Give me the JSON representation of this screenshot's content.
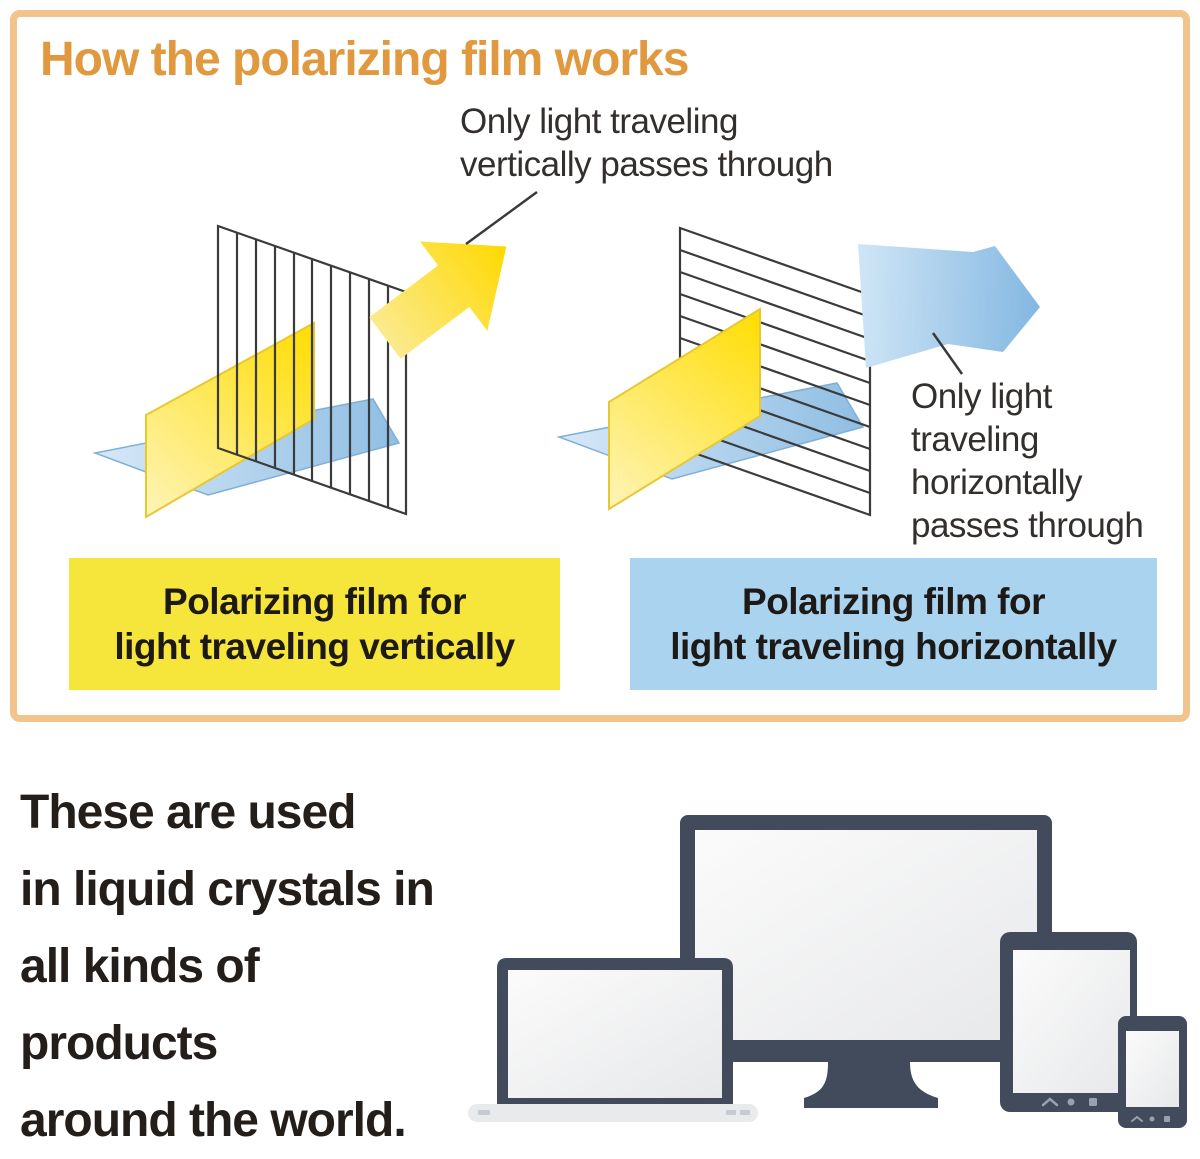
{
  "card": {
    "title": "How the polarizing film works",
    "annotation_vertical": [
      "Only light traveling",
      "vertically passes through"
    ],
    "annotation_horizontal": [
      "Only light",
      "traveling",
      "horizontally",
      "passes through"
    ],
    "label_yellow": [
      "Polarizing film for",
      "light traveling vertically"
    ],
    "label_blue": [
      "Polarizing film for",
      "light traveling horizontally"
    ]
  },
  "bottom": {
    "lines": [
      "These are used",
      "in liquid crystals in",
      "all kinds of",
      "products",
      "around the world."
    ]
  },
  "devices": [
    "desktop-monitor",
    "laptop",
    "tablet",
    "smartphone"
  ],
  "colors": {
    "title_orange": "#E0993F",
    "card_border": "#F1C48E",
    "yellow_label_bg": "#F6E63C",
    "blue_label_bg": "#A9D3EE",
    "film_yellow": "#FFDD00",
    "film_yellow_light": "#FEF4B8",
    "film_blue": "#8FBEE3",
    "film_blue_light": "#D6E8F7",
    "grid_line": "#3B3B3B",
    "device_dark": "#414B5C",
    "device_screen": "#EFF0F1",
    "text_dark": "#241E1B"
  }
}
